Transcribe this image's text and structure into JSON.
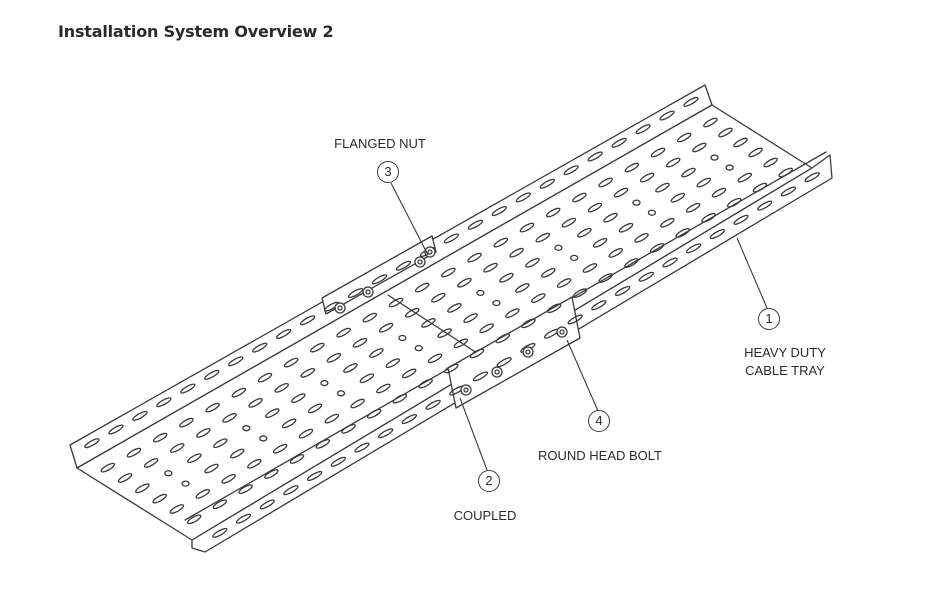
{
  "title": "Installation System Overview 2",
  "callouts": [
    {
      "number": "1",
      "lines": [
        "HEAVY DUTY",
        "CABLE TRAY"
      ]
    },
    {
      "number": "2",
      "lines": [
        "COUPLED"
      ]
    },
    {
      "number": "3",
      "lines": [
        "FLANGED NUT"
      ]
    },
    {
      "number": "4",
      "lines": [
        "ROUND HEAD BOLT"
      ]
    }
  ],
  "colors": {
    "line": "#3a3a3a",
    "background": "#ffffff"
  }
}
